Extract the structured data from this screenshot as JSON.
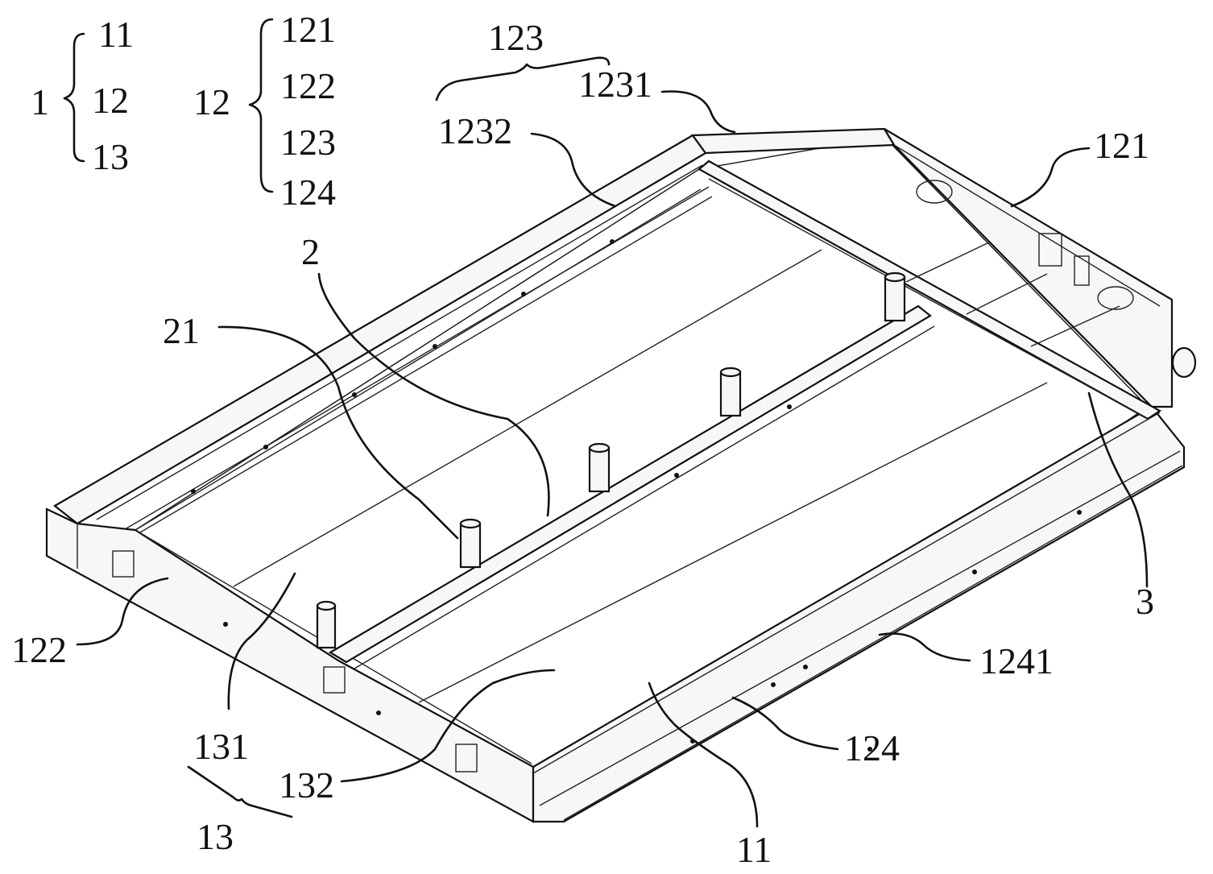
{
  "labels": {
    "legend_1": "1",
    "legend_1_11": "11",
    "legend_1_12": "12",
    "legend_1_13": "13",
    "legend_12": "12",
    "legend_12_121": "121",
    "legend_12_122": "122",
    "legend_12_123": "123",
    "legend_12_124": "124",
    "l_123": "123",
    "l_1231": "1231",
    "l_1232": "1232",
    "l_121": "121",
    "l_2": "2",
    "l_21": "21",
    "l_3": "3",
    "l_122": "122",
    "l_131": "131",
    "l_1241": "1241",
    "l_132": "132",
    "l_124": "124",
    "l_13": "13",
    "l_11": "11"
  }
}
